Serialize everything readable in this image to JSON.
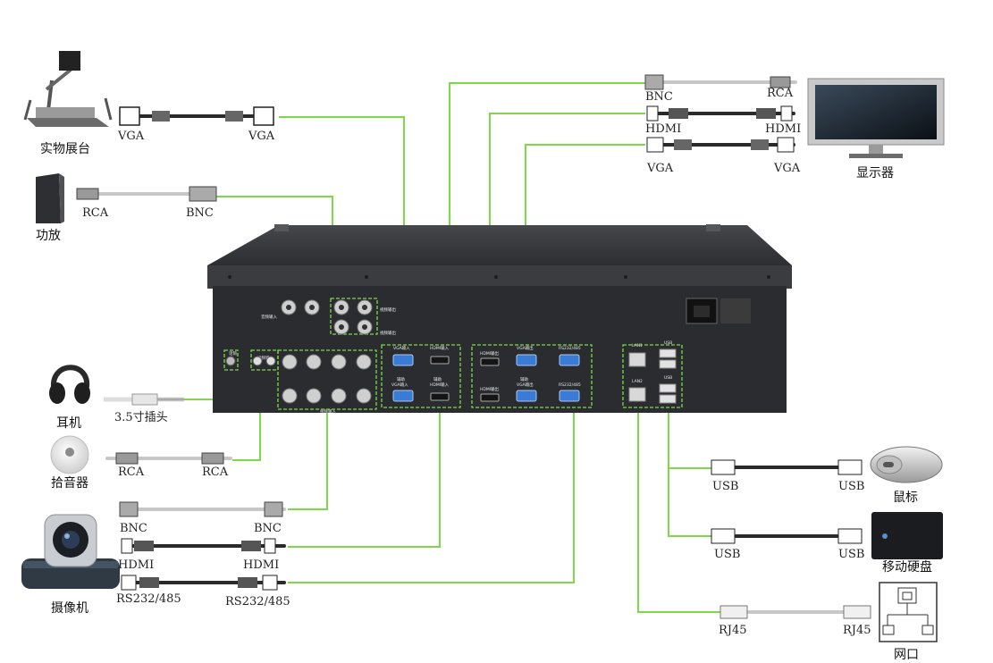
{
  "devices": {
    "document_camera": "实物展台",
    "amplifier": "功放",
    "headphones": "耳机",
    "pickup": "拾音器",
    "camera": "摄像机",
    "monitor": "显示器",
    "mouse": "鼠标",
    "hard_drive": "移动硬盘",
    "network": "网口"
  },
  "cables": {
    "vga_left_a": "VGA",
    "vga_left_b": "VGA",
    "rca_amp": "RCA",
    "bnc_amp": "BNC",
    "jack_35": "3.5寸插头",
    "rca_pickup_a": "RCA",
    "rca_pickup_b": "RCA",
    "bnc_cam_a": "BNC",
    "bnc_cam_b": "BNC",
    "hdmi_cam_a": "HDMI",
    "hdmi_cam_b": "HDMI",
    "rs_cam_a": "RS232/485",
    "rs_cam_b": "RS232/485",
    "bnc_mon": "BNC",
    "rca_mon": "RCA",
    "hdmi_mon_a": "HDMI",
    "hdmi_mon_b": "HDMI",
    "vga_mon_a": "VGA",
    "vga_mon_b": "VGA",
    "usb_mouse_a": "USB",
    "usb_mouse_b": "USB",
    "usb_hdd_a": "USB",
    "usb_hdd_b": "USB",
    "rj45_a": "RJ45",
    "rj45_b": "RJ45"
  },
  "panel": {
    "audio_in": "音频输入",
    "video_out": "视频输出",
    "video_in": "视频输入",
    "mic": "话筒",
    "vga_in": "VGA输入",
    "hdmi_in": "HDMI输入",
    "hdmi_out": "HDMI输出",
    "vga_out": "VGA输出",
    "rs232": "RS232/485",
    "lan1": "LAN1",
    "lan2": "LAN2",
    "usb": "USB",
    "aux": "辅助"
  },
  "colors": {
    "wire": "#7dd84a",
    "chassis": "#2b2d30",
    "port_blue": "#3a7bd5"
  }
}
